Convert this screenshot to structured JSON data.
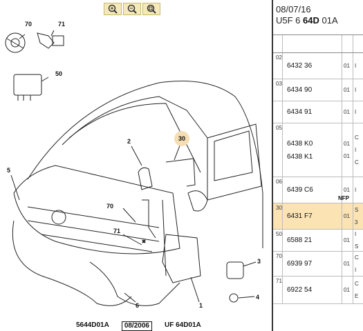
{
  "toolbar": {
    "buttons": [
      {
        "icon": "zoom-in-icon"
      },
      {
        "icon": "zoom-out-icon"
      },
      {
        "icon": "zoom-fit-icon"
      }
    ]
  },
  "diagram": {
    "callouts": [
      "70",
      "71",
      "50",
      "2",
      "30",
      "5",
      "70",
      "71",
      "3",
      "4",
      "6",
      "1"
    ],
    "highlight_callout": "30"
  },
  "footer": {
    "ref": "5644D01A",
    "date": "08/2006",
    "code": "UF 64D01A"
  },
  "panel": {
    "date": "08/07/16",
    "code_prefix": "U5F 6 ",
    "code_bold": "64D",
    "code_suffix": " 01A",
    "rows": [
      {
        "ref": "02",
        "parts": [
          "6432 36"
        ],
        "qty": [
          "01"
        ],
        "flag": [
          "I"
        ],
        "h": 38
      },
      {
        "ref": "03",
        "parts": [
          "6434 90"
        ],
        "qty": [
          "01"
        ],
        "flag": [
          "I"
        ],
        "h": 32
      },
      {
        "ref": "",
        "parts": [
          "6434 91"
        ],
        "qty": [
          "01"
        ],
        "flag": [
          "I"
        ],
        "h": 32
      },
      {
        "ref": "05",
        "parts": [
          "6438 K0",
          "6438 K1"
        ],
        "qty": [
          "01",
          "01"
        ],
        "flag": [
          "C",
          "I",
          "C"
        ],
        "h": 78
      },
      {
        "ref": "06",
        "parts": [
          "6439 C6"
        ],
        "qty": [
          "01"
        ],
        "flag": [
          "I"
        ],
        "h": 38,
        "nfp": "NFP"
      },
      {
        "ref": "30",
        "parts": [
          "6431 F7"
        ],
        "qty": [
          "01"
        ],
        "flag": [
          "S",
          "3"
        ],
        "h": 38,
        "selected": true
      },
      {
        "ref": "50",
        "parts": [
          "6588 21"
        ],
        "qty": [
          "01"
        ],
        "flag": [
          "I",
          "S"
        ],
        "h": 32
      },
      {
        "ref": "70",
        "parts": [
          "6939 97"
        ],
        "qty": [
          "01"
        ],
        "flag": [
          "C",
          "I"
        ],
        "h": 36
      },
      {
        "ref": "71",
        "parts": [
          "6922 54"
        ],
        "qty": [
          "01"
        ],
        "flag": [
          "C",
          "E"
        ],
        "h": 40
      }
    ]
  }
}
